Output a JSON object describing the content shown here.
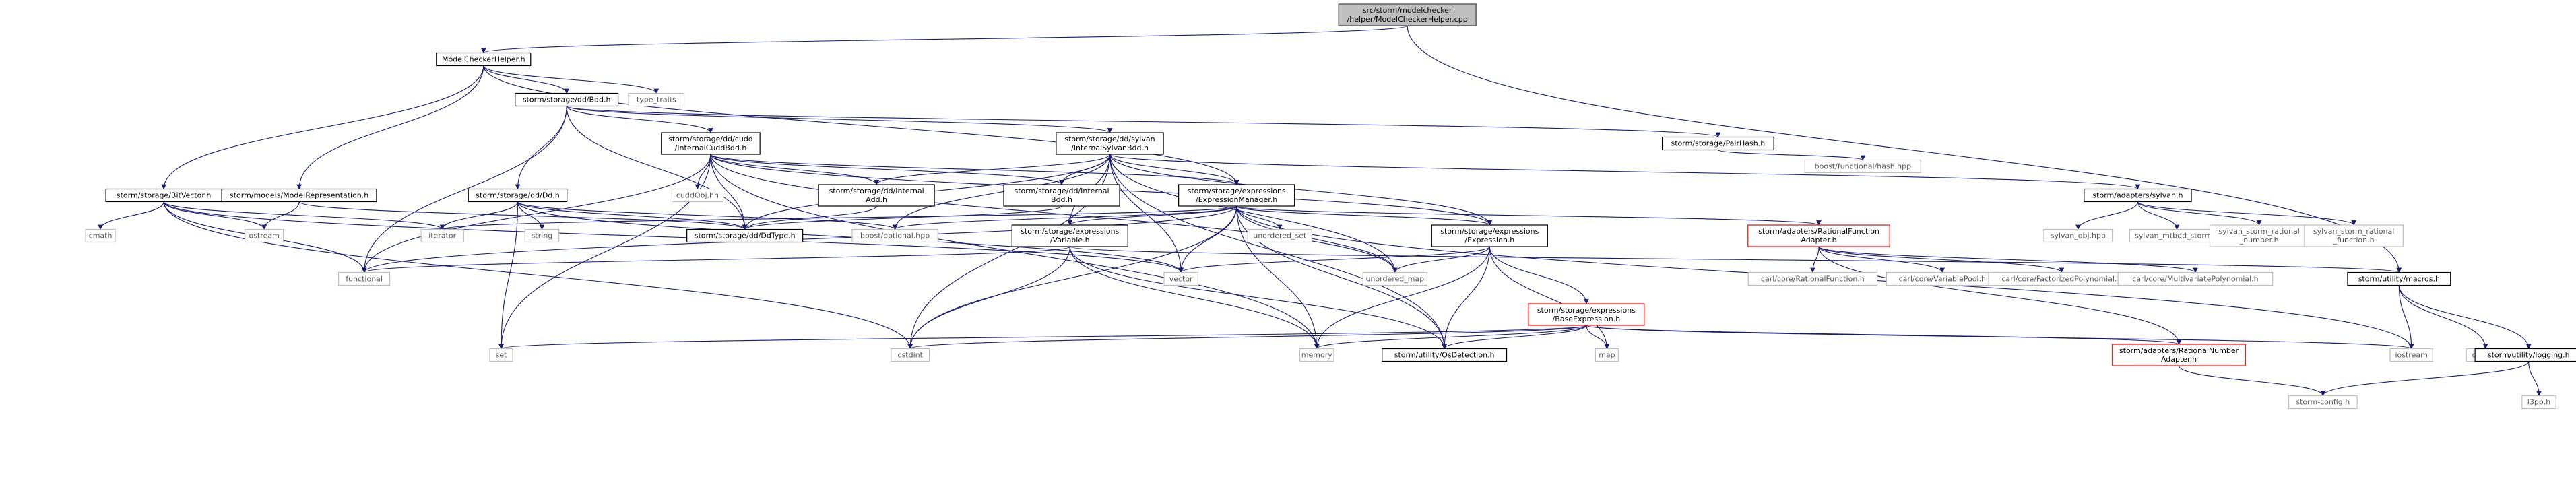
{
  "colors": {
    "edge": "#191970",
    "root_fill": "#bfbfbf",
    "highlight": "#ff0000",
    "external": "#bfbfbf"
  },
  "nodes": [
    {
      "id": "root",
      "lines": [
        "src/storm/modelchecker",
        "/helper/ModelCheckerHelper.cpp"
      ],
      "kind": "root"
    },
    {
      "id": "mch",
      "lines": [
        "ModelCheckerHelper.h"
      ],
      "kind": "normal"
    },
    {
      "id": "bdd",
      "lines": [
        "storm/storage/dd/Bdd.h"
      ],
      "kind": "normal"
    },
    {
      "id": "type_traits",
      "lines": [
        "type_traits"
      ],
      "kind": "external"
    },
    {
      "id": "bitvector",
      "lines": [
        "storm/storage/BitVector.h"
      ],
      "kind": "normal"
    },
    {
      "id": "modelrep",
      "lines": [
        "storm/models/ModelRepresentation.h"
      ],
      "kind": "normal"
    },
    {
      "id": "cuddbdd",
      "lines": [
        "storm/storage/dd/cudd",
        "/InternalCuddBdd.h"
      ],
      "kind": "normal"
    },
    {
      "id": "sylvanbdd",
      "lines": [
        "storm/storage/dd/sylvan",
        "/InternalSylvanBdd.h"
      ],
      "kind": "normal"
    },
    {
      "id": "pairhash",
      "lines": [
        "storm/storage/PairHash.h"
      ],
      "kind": "normal"
    },
    {
      "id": "boosthash",
      "lines": [
        "boost/functional/hash.hpp"
      ],
      "kind": "external"
    },
    {
      "id": "dd",
      "lines": [
        "storm/storage/dd/Dd.h"
      ],
      "kind": "normal"
    },
    {
      "id": "cuddobj",
      "lines": [
        "cuddObj.hh"
      ],
      "kind": "external"
    },
    {
      "id": "intadd",
      "lines": [
        "storm/storage/dd/Internal",
        "Add.h"
      ],
      "kind": "normal"
    },
    {
      "id": "intbdd",
      "lines": [
        "storm/storage/dd/Internal",
        "Bdd.h"
      ],
      "kind": "normal"
    },
    {
      "id": "exprmgr",
      "lines": [
        "storm/storage/expressions",
        "/ExpressionManager.h"
      ],
      "kind": "normal"
    },
    {
      "id": "adsylvan",
      "lines": [
        "storm/adapters/sylvan.h"
      ],
      "kind": "normal"
    },
    {
      "id": "cmath",
      "lines": [
        "cmath"
      ],
      "kind": "external"
    },
    {
      "id": "ostream",
      "lines": [
        "ostream"
      ],
      "kind": "external"
    },
    {
      "id": "iterator",
      "lines": [
        "iterator"
      ],
      "kind": "external"
    },
    {
      "id": "string",
      "lines": [
        "string"
      ],
      "kind": "external"
    },
    {
      "id": "ddtype",
      "lines": [
        "storm/storage/dd/DdType.h"
      ],
      "kind": "normal"
    },
    {
      "id": "boostopt",
      "lines": [
        "boost/optional.hpp"
      ],
      "kind": "external"
    },
    {
      "id": "variable",
      "lines": [
        "storm/storage/expressions",
        "/Variable.h"
      ],
      "kind": "normal"
    },
    {
      "id": "unordered_set",
      "lines": [
        "unordered_set"
      ],
      "kind": "external"
    },
    {
      "id": "expression",
      "lines": [
        "storm/storage/expressions",
        "/Expression.h"
      ],
      "kind": "normal"
    },
    {
      "id": "ratfunc",
      "lines": [
        "storm/adapters/RationalFunction",
        "Adapter.h"
      ],
      "kind": "red"
    },
    {
      "id": "sylvan_obj",
      "lines": [
        "sylvan_obj.hpp"
      ],
      "kind": "external"
    },
    {
      "id": "sylvan_mtbdd",
      "lines": [
        "sylvan_mtbdd_storm.h"
      ],
      "kind": "external"
    },
    {
      "id": "sylvan_num",
      "lines": [
        "sylvan_storm_rational",
        "_number.h"
      ],
      "kind": "external"
    },
    {
      "id": "sylvan_func",
      "lines": [
        "sylvan_storm_rational",
        "_function.h"
      ],
      "kind": "external"
    },
    {
      "id": "functional",
      "lines": [
        "functional"
      ],
      "kind": "external"
    },
    {
      "id": "vector",
      "lines": [
        "vector"
      ],
      "kind": "external"
    },
    {
      "id": "unordered_map",
      "lines": [
        "unordered_map"
      ],
      "kind": "external"
    },
    {
      "id": "carl_rf",
      "lines": [
        "carl/core/RationalFunction.h"
      ],
      "kind": "external"
    },
    {
      "id": "carl_vp",
      "lines": [
        "carl/core/VariablePool.h"
      ],
      "kind": "external"
    },
    {
      "id": "carl_fp",
      "lines": [
        "carl/core/FactorizedPolynomial.h"
      ],
      "kind": "external"
    },
    {
      "id": "carl_mp",
      "lines": [
        "carl/core/MultivariatePolynomial.h"
      ],
      "kind": "external"
    },
    {
      "id": "macros",
      "lines": [
        "storm/utility/macros.h"
      ],
      "kind": "normal"
    },
    {
      "id": "baseexpr",
      "lines": [
        "storm/storage/expressions",
        "/BaseExpression.h"
      ],
      "kind": "red"
    },
    {
      "id": "set",
      "lines": [
        "set"
      ],
      "kind": "external"
    },
    {
      "id": "cstdint",
      "lines": [
        "cstdint"
      ],
      "kind": "external"
    },
    {
      "id": "memory",
      "lines": [
        "memory"
      ],
      "kind": "external"
    },
    {
      "id": "osdetect",
      "lines": [
        "storm/utility/OsDetection.h"
      ],
      "kind": "normal"
    },
    {
      "id": "map",
      "lines": [
        "map"
      ],
      "kind": "external"
    },
    {
      "id": "ratnum",
      "lines": [
        "storm/adapters/RationalNumber",
        "Adapter.h"
      ],
      "kind": "red"
    },
    {
      "id": "iostream",
      "lines": [
        "iostream"
      ],
      "kind": "external"
    },
    {
      "id": "cassert",
      "lines": [
        "cassert"
      ],
      "kind": "external"
    },
    {
      "id": "logging",
      "lines": [
        "storm/utility/logging.h"
      ],
      "kind": "normal"
    },
    {
      "id": "stormcfg",
      "lines": [
        "storm-config.h"
      ],
      "kind": "external"
    },
    {
      "id": "l3pp",
      "lines": [
        "l3pp.h"
      ],
      "kind": "external"
    }
  ],
  "edges": [
    [
      "root",
      "mch"
    ],
    [
      "root",
      "macros"
    ],
    [
      "mch",
      "bdd"
    ],
    [
      "mch",
      "type_traits"
    ],
    [
      "mch",
      "bitvector"
    ],
    [
      "mch",
      "modelrep"
    ],
    [
      "mch",
      "exprmgr"
    ],
    [
      "bdd",
      "cuddbdd"
    ],
    [
      "bdd",
      "sylvanbdd"
    ],
    [
      "bdd",
      "pairhash"
    ],
    [
      "bdd",
      "dd"
    ],
    [
      "bdd",
      "functional"
    ],
    [
      "bdd",
      "ddtype"
    ],
    [
      "pairhash",
      "boosthash"
    ],
    [
      "cuddbdd",
      "cuddobj"
    ],
    [
      "cuddbdd",
      "intadd"
    ],
    [
      "cuddbdd",
      "intbdd"
    ],
    [
      "cuddbdd",
      "exprmgr"
    ],
    [
      "cuddbdd",
      "ddtype"
    ],
    [
      "cuddbdd",
      "set"
    ],
    [
      "cuddbdd",
      "functional"
    ],
    [
      "cuddbdd",
      "unordered_map"
    ],
    [
      "cuddbdd",
      "memory"
    ],
    [
      "cuddbdd",
      "expression"
    ],
    [
      "sylvanbdd",
      "intadd"
    ],
    [
      "sylvanbdd",
      "intbdd"
    ],
    [
      "sylvanbdd",
      "exprmgr"
    ],
    [
      "sylvanbdd",
      "adsylvan"
    ],
    [
      "sylvanbdd",
      "ddtype"
    ],
    [
      "sylvanbdd",
      "vector"
    ],
    [
      "sylvanbdd",
      "unordered_map"
    ],
    [
      "sylvanbdd",
      "cstdint"
    ],
    [
      "sylvanbdd",
      "boostopt"
    ],
    [
      "sylvanbdd",
      "expression"
    ],
    [
      "sylvanbdd",
      "variable"
    ],
    [
      "sylvanbdd",
      "osdetect"
    ],
    [
      "adsylvan",
      "sylvan_obj"
    ],
    [
      "adsylvan",
      "sylvan_mtbdd"
    ],
    [
      "adsylvan",
      "sylvan_num"
    ],
    [
      "adsylvan",
      "sylvan_func"
    ],
    [
      "intadd",
      "ddtype"
    ],
    [
      "intbdd",
      "ddtype"
    ],
    [
      "dd",
      "ddtype"
    ],
    [
      "dd",
      "string"
    ],
    [
      "dd",
      "set"
    ],
    [
      "dd",
      "iterator"
    ],
    [
      "dd",
      "boostopt"
    ],
    [
      "dd",
      "vector"
    ],
    [
      "bitvector",
      "cmath"
    ],
    [
      "bitvector",
      "ostream"
    ],
    [
      "bitvector",
      "iterator"
    ],
    [
      "bitvector",
      "functional"
    ],
    [
      "bitvector",
      "vector"
    ],
    [
      "bitvector",
      "cstdint"
    ],
    [
      "modelrep",
      "ostream"
    ],
    [
      "modelrep",
      "ddtype"
    ],
    [
      "exprmgr",
      "iterator"
    ],
    [
      "exprmgr",
      "boostopt"
    ],
    [
      "exprmgr",
      "variable"
    ],
    [
      "exprmgr",
      "unordered_set"
    ],
    [
      "exprmgr",
      "expression"
    ],
    [
      "exprmgr",
      "ratfunc"
    ],
    [
      "exprmgr",
      "vector"
    ],
    [
      "exprmgr",
      "unordered_map"
    ],
    [
      "exprmgr",
      "memory"
    ],
    [
      "exprmgr",
      "cstdint"
    ],
    [
      "exprmgr",
      "functional"
    ],
    [
      "exprmgr",
      "osdetect"
    ],
    [
      "exprmgr",
      "iostream"
    ],
    [
      "variable",
      "functional"
    ],
    [
      "variable",
      "memory"
    ],
    [
      "variable",
      "cstdint"
    ],
    [
      "variable",
      "osdetect"
    ],
    [
      "variable",
      "macros"
    ],
    [
      "expression",
      "baseexpr"
    ],
    [
      "expression",
      "vector"
    ],
    [
      "expression",
      "unordered_map"
    ],
    [
      "expression",
      "memory"
    ],
    [
      "expression",
      "map"
    ],
    [
      "expression",
      "osdetect"
    ],
    [
      "ratfunc",
      "carl_rf"
    ],
    [
      "ratfunc",
      "carl_vp"
    ],
    [
      "ratfunc",
      "carl_fp"
    ],
    [
      "ratfunc",
      "carl_mp"
    ],
    [
      "ratfunc",
      "ratnum"
    ],
    [
      "baseexpr",
      "set"
    ],
    [
      "baseexpr",
      "cstdint"
    ],
    [
      "baseexpr",
      "memory"
    ],
    [
      "baseexpr",
      "osdetect"
    ],
    [
      "baseexpr",
      "map"
    ],
    [
      "baseexpr",
      "ratnum"
    ],
    [
      "baseexpr",
      "iostream"
    ],
    [
      "macros",
      "iostream"
    ],
    [
      "macros",
      "cassert"
    ],
    [
      "macros",
      "logging"
    ],
    [
      "ratnum",
      "stormcfg"
    ],
    [
      "logging",
      "stormcfg"
    ],
    [
      "logging",
      "l3pp"
    ]
  ]
}
